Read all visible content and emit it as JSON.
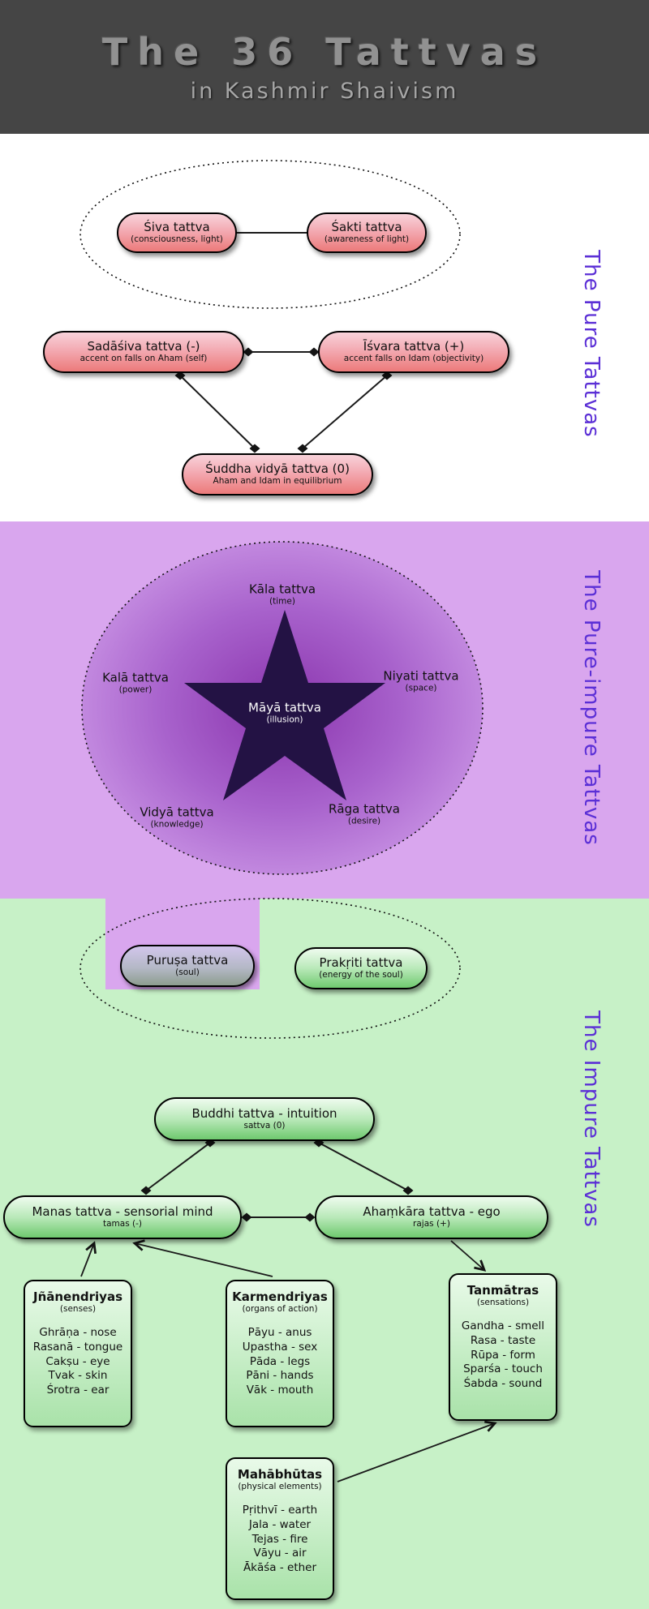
{
  "header": {
    "title": "The 36 Tattvas",
    "subtitle": "in Kashmir Shaivism"
  },
  "sections": {
    "pure": {
      "label": "The Pure Tattvas"
    },
    "pure_impure": {
      "label": "The Pure-impure Tattvas"
    },
    "impure": {
      "label": "The Impure Tattvas"
    }
  },
  "pure": {
    "shiva": {
      "title": "Śiva tattva",
      "subtitle": "(consciousness, light)"
    },
    "shakti": {
      "title": "Śakti tattva",
      "subtitle": "(awareness of light)"
    },
    "sadashiva": {
      "title": "Sadāśiva tattva (-)",
      "subtitle": "accent on falls on Aham (self)"
    },
    "ishvara": {
      "title": "Īśvara tattva (+)",
      "subtitle": "accent falls on Idam (objectivity)"
    },
    "shuddha": {
      "title": "Śuddha vidyā tattva (0)",
      "subtitle": "Aham and Idam in equilibrium"
    }
  },
  "pure_impure": {
    "maya": {
      "title": "Māyā tattva",
      "subtitle": "(illusion)"
    },
    "kala_time": {
      "title": "Kāla tattva",
      "subtitle": "(time)"
    },
    "niyati": {
      "title": "Niyati tattva",
      "subtitle": "(space)"
    },
    "kala_power": {
      "title": "Kalā tattva",
      "subtitle": "(power)"
    },
    "vidya": {
      "title": "Vidyā tattva",
      "subtitle": "(knowledge)"
    },
    "raga": {
      "title": "Rāga tattva",
      "subtitle": "(desire)"
    }
  },
  "impure": {
    "purusha": {
      "title": "Puruṣa tattva",
      "subtitle": "(soul)"
    },
    "prakriti": {
      "title": "Prakṛiti tattva",
      "subtitle": "(energy of the soul)"
    },
    "buddhi": {
      "title": "Buddhi tattva - intuition",
      "subtitle": "sattva (0)"
    },
    "manas": {
      "title": "Manas tattva - sensorial mind",
      "subtitle": "tamas (-)"
    },
    "ahamkara": {
      "title": "Ahaṃkāra tattva - ego",
      "subtitle": "rajas (+)"
    },
    "jnanendriyas": {
      "title": "Jñānendriyas",
      "subtitle": "(senses)",
      "items": [
        "Ghrāṇa - nose",
        "Rasanā - tongue",
        "Cakṣu - eye",
        "Tvak - skin",
        "Śrotra - ear"
      ]
    },
    "karmendriyas": {
      "title": "Karmendriyas",
      "subtitle": "(organs of action)",
      "items": [
        "Pāyu - anus",
        "Upastha - sex",
        "Pāda - legs",
        "Pāni - hands",
        "Vāk - mouth"
      ]
    },
    "tanmatras": {
      "title": "Tanmātras",
      "subtitle": "(sensations)",
      "items": [
        "Gandha - smell",
        "Rasa - taste",
        "Rūpa - form",
        "Sparśa - touch",
        "Śabda - sound"
      ]
    },
    "mahabhutas": {
      "title": "Mahābhūtas",
      "subtitle": "(physical elements)",
      "items": [
        "Pṛithvī - earth",
        "Jala - water",
        "Tejas - fire",
        "Vāyu - air",
        "Ākāśa - ether"
      ]
    }
  },
  "colors": {
    "header_bg": "#454545",
    "pure_bg": "#ffffff",
    "pure_impure_bg": "#d9a6ee",
    "impure_bg": "#c7f1c7",
    "pink_node": "#ec7a7a",
    "green_node": "#6fc96f",
    "star": "#231244",
    "section_label": "#5b2fd6"
  }
}
